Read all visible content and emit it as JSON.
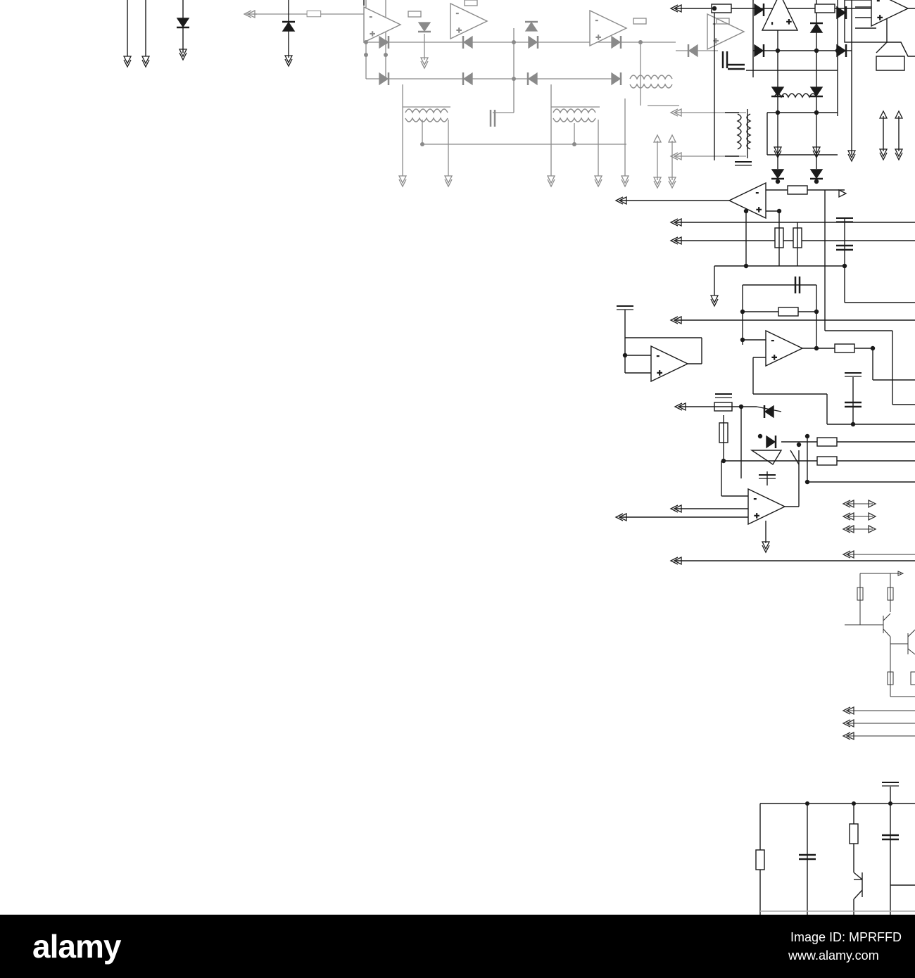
{
  "figure": {
    "subject": "electronic-circuit-schematic",
    "colors": {
      "background": "#ffffff",
      "ink": "#1a1a1a",
      "faded_ink": "#8a8a8a",
      "footer": "#000000",
      "footer_text": "#ffffff"
    }
  },
  "footer": {
    "logo": "alamy",
    "image_id": "Image ID: MPRFFD",
    "site": "www.alamy.com"
  }
}
